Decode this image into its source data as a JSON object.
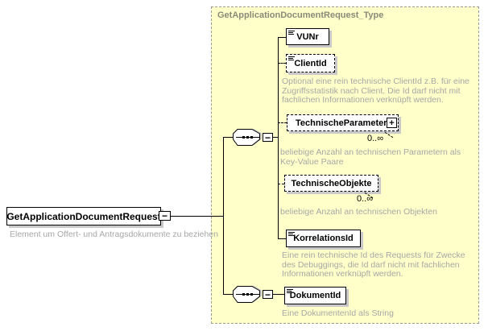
{
  "diagram": {
    "type_box": {
      "title": "GetApplicationDocumentRequest_Type"
    },
    "root": {
      "label": "GetApplicationDocumentRequest",
      "description": "Element um Offert- und Antragsdokumente zu beziehen"
    },
    "elements": {
      "vunr": {
        "label": "VUNr"
      },
      "client_id": {
        "label": "ClientId",
        "description": "Optional eine rein technische ClientId z.B. für eine Zugriffsstatistik nach Client. Die Id darf nicht mit fachlichen Informationen verknüpft werden."
      },
      "technische_parameter": {
        "label": "TechnischeParameter",
        "occurrence": "0..∞",
        "description": "beliebige Anzahl an technischen Parametern als Key-Value Paare"
      },
      "technische_objekte": {
        "label": "TechnischeObjekte",
        "occurrence": "0..∞",
        "description": "beliebige Anzahl an technischen Objekten"
      },
      "korrelations_id": {
        "label": "KorrelationsId",
        "description": "Eine rein technische Id des Requests für Zwecke des Debuggings, die Id darf nicht mit fachlichen Informationen verknüpft werden."
      },
      "dokument_id": {
        "label": "DokumentId",
        "description": "Eine DokumentenId als String"
      }
    },
    "icons": {
      "collapse": "−",
      "expand": "+"
    },
    "colors": {
      "container_fill": "#FFFFC9",
      "container_border": "#9b9b9b",
      "title_text": "#8a8a7a",
      "annotation_text": "#a7a7a7",
      "box_shadow": "#c9c9c9"
    }
  }
}
